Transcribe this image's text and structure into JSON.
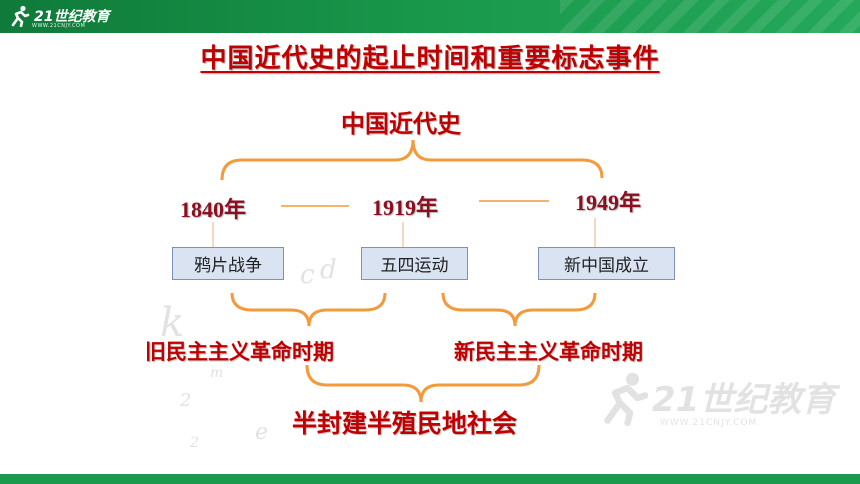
{
  "header": {
    "logo_text": "21世纪教育",
    "logo_sub": "WWW.21CNJY.COM"
  },
  "title": "中国近代史的起止时间和重要标志事件",
  "root_label": "中国近代史",
  "years": [
    "1840年",
    "1919年",
    "1949年"
  ],
  "events": [
    "鸦片战争",
    "五四运动",
    "新中国成立"
  ],
  "periods": [
    "旧民主主义革命时期",
    "新民主主义革命时期"
  ],
  "society": "半封建半殖民地社会",
  "watermark": {
    "text": "21世纪教育",
    "url": "WWW.21CNJY.COM"
  },
  "background_letters": [
    "c",
    "d",
    "k",
    "m",
    "2",
    "e",
    "2"
  ],
  "colors": {
    "title_red": "#c00000",
    "year_red": "#8b0f20",
    "bracket_orange": "#f39a3c",
    "box_fill": "#d9e3f2",
    "header_green": "#1a9a4c"
  },
  "icons": {
    "logo": "running-person-icon",
    "watermark": "running-person-icon"
  }
}
